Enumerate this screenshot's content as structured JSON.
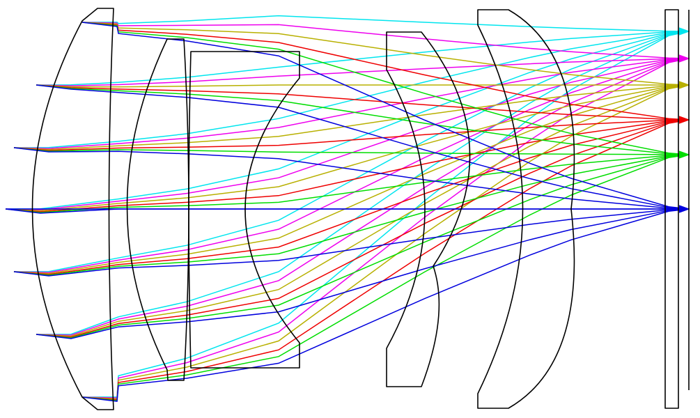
{
  "diagram": {
    "type": "optical-ray-trace",
    "optical_axis": true,
    "lens_elements": 6,
    "sensor_window": true,
    "field_colors": {
      "cyan": "#00e5ee",
      "magenta": "#ee00ee",
      "olive": "#b8b000",
      "red": "#ee0000",
      "green": "#00dd00",
      "blue": "#0000dd"
    },
    "field_order_top_to_bottom": [
      "cyan",
      "magenta",
      "olive",
      "red",
      "green",
      "blue"
    ]
  }
}
